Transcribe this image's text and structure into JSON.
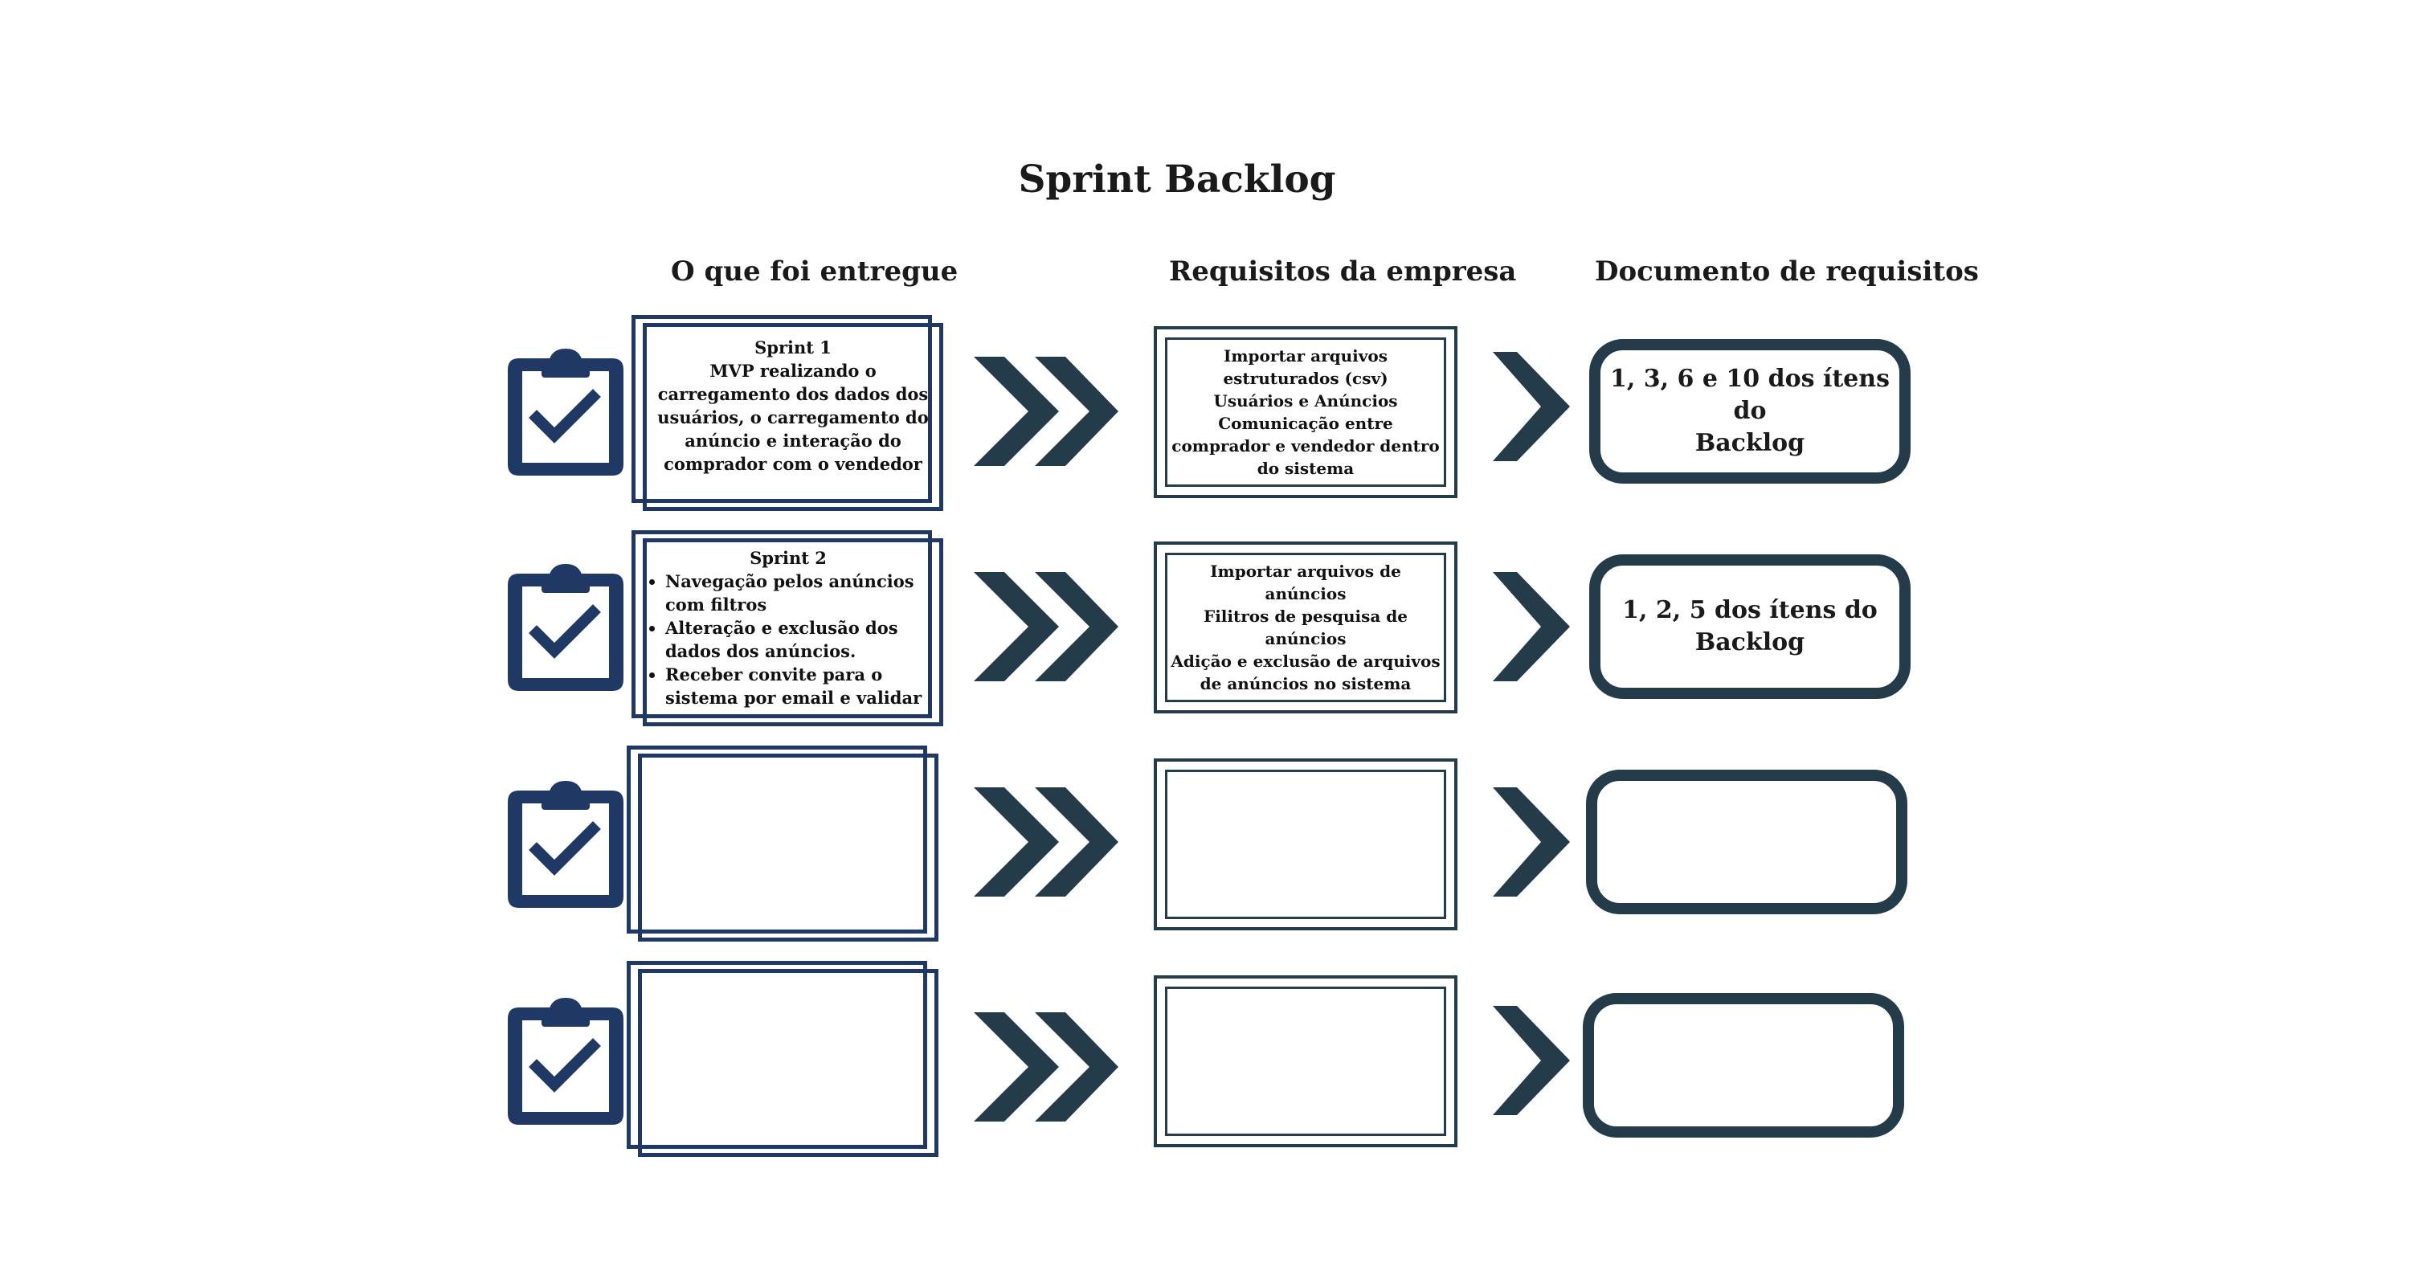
{
  "title": "Sprint Backlog",
  "columns": {
    "delivered": "O que foi entregue",
    "company_requirements": "Requisitos da empresa",
    "requirements_document": "Documento de requisitos"
  },
  "rows": [
    {
      "sprint": {
        "heading": "Sprint 1",
        "text": "MVP realizando o carregamento dos dados dos usuários, o carregamento do anúncio e interação do comprador com o vendedor",
        "bullets": []
      },
      "requirements": [
        "Importar arquivos estruturados (csv)",
        "Usuários e Anúncios",
        "Comunicação entre comprador e vendedor dentro do sistema"
      ],
      "document": [
        "1, 3, 6 e 10 dos ítens do",
        "Backlog"
      ]
    },
    {
      "sprint": {
        "heading": "Sprint 2",
        "text": "",
        "bullets": [
          "Navegação pelos anúncios com filtros",
          "Alteração e exclusão dos dados dos anúncios.",
          "Receber convite para o sistema por email e validar"
        ]
      },
      "requirements": [
        "Importar arquivos de anúncios",
        "Filitros de pesquisa de anúncios",
        "Adição e exclusão de arquivos de anúncios no sistema"
      ],
      "document": [
        "1, 2, 5  dos ítens do",
        "Backlog"
      ]
    },
    {
      "sprint": {
        "heading": "",
        "text": "",
        "bullets": []
      },
      "requirements": [],
      "document": []
    },
    {
      "sprint": {
        "heading": "",
        "text": "",
        "bullets": []
      },
      "requirements": [],
      "document": []
    }
  ],
  "icons": {
    "status": "clipboard-check-icon",
    "flow": "double-chevron-right-icon",
    "result": "chevron-right-icon"
  },
  "colors": {
    "navy": "#1f3864",
    "slate": "#243b4a"
  }
}
